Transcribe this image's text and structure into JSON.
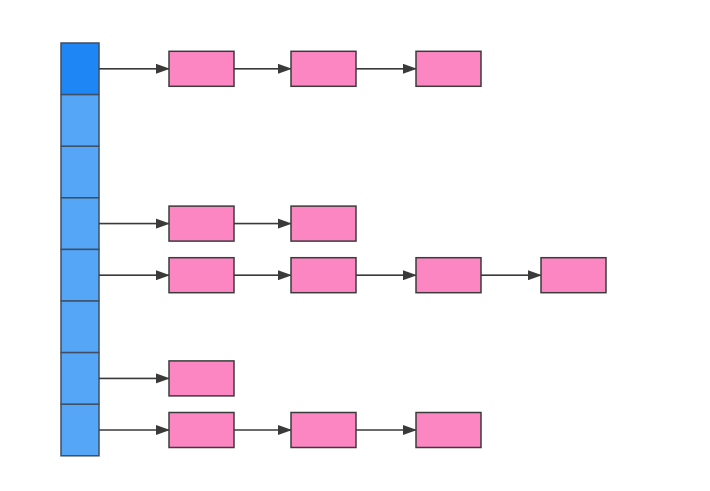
{
  "diagram": {
    "kind": "hash-table-with-separate-chaining",
    "colors": {
      "background": "#ffffff",
      "bucket_fill": "#55a6f7",
      "bucket_fill_active": "#1f87f5",
      "bucket_stroke": "#3f4e62",
      "node_fill": "#fb86c2",
      "node_stroke": "#3b3b3b",
      "arrow": "#3a3a3a"
    },
    "buckets": [
      {
        "index": 0,
        "highlighted": true,
        "chain_length": 3
      },
      {
        "index": 1,
        "highlighted": false,
        "chain_length": 0
      },
      {
        "index": 2,
        "highlighted": false,
        "chain_length": 0
      },
      {
        "index": 3,
        "highlighted": false,
        "chain_length": 2
      },
      {
        "index": 4,
        "highlighted": false,
        "chain_length": 4
      },
      {
        "index": 5,
        "highlighted": false,
        "chain_length": 0
      },
      {
        "index": 6,
        "highlighted": false,
        "chain_length": 1
      },
      {
        "index": 7,
        "highlighted": false,
        "chain_length": 3
      }
    ]
  }
}
